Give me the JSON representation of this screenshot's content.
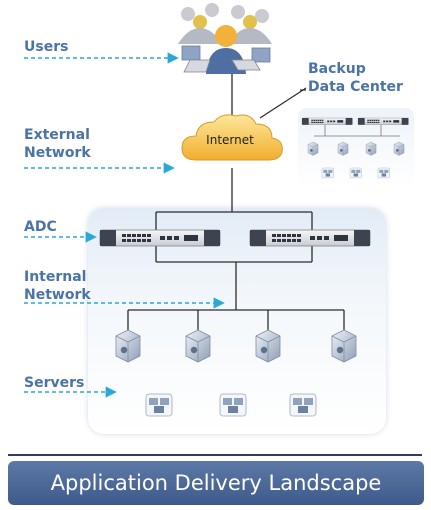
{
  "labels": {
    "users": "Users",
    "external_network": [
      "External",
      "Network"
    ],
    "adc": "ADC",
    "internal_network": [
      "Internal",
      "Network"
    ],
    "servers": "Servers"
  },
  "backup": [
    "Backup",
    "Data Center"
  ],
  "cloud_label": "Internet",
  "banner": "Application Delivery Landscape",
  "colors": {
    "label": "#4a73a8",
    "arrow": "#2aa9d6",
    "banner": "#4d6898",
    "cloud": "#f4b840"
  }
}
